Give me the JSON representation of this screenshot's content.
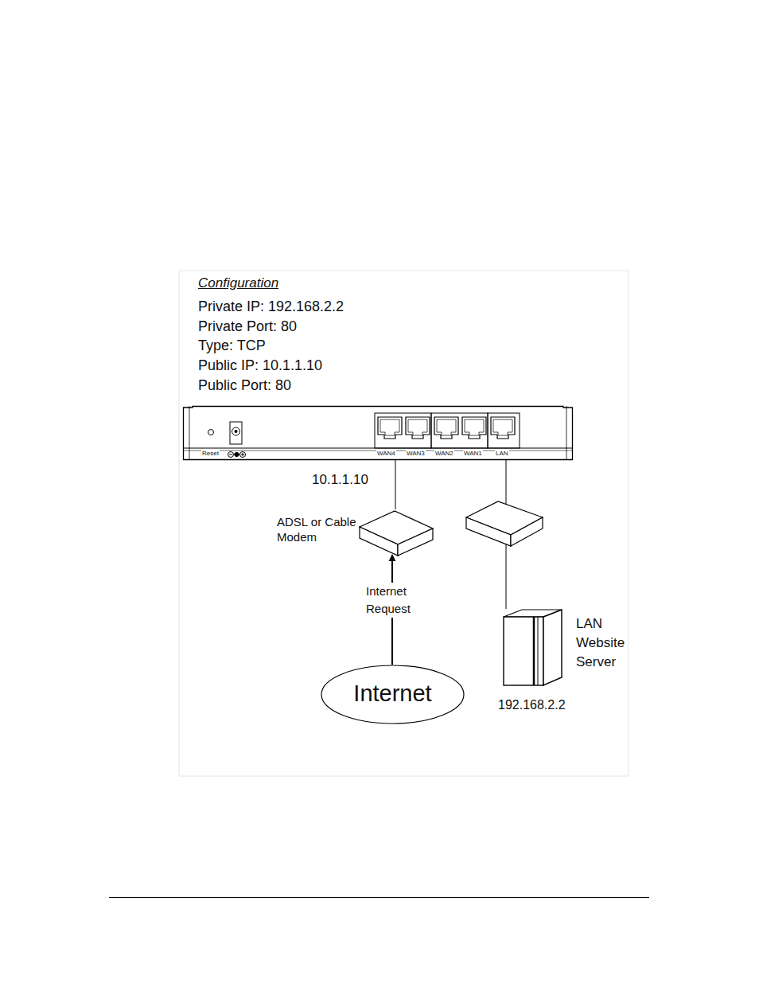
{
  "diagram": {
    "nodes": [
      {
        "text": [
          "Reset",
          "WAN4",
          "WAN3",
          "WAN2",
          "WAN1",
          "LAN"
        ]
      },
      {
        "text": [
          "ADSL or Cable Modem"
        ]
      },
      {
        "text": [
          "LAN Website Server",
          "192.168.2.2"
        ]
      },
      {
        "text": [
          "Internet"
        ]
      }
    ],
    "edges": [
      {
        "from": 0,
        "to": 1,
        "label": "10.1.1.10",
        "arrow": "none"
      },
      {
        "from": 0,
        "to": 2,
        "arrow": "none"
      },
      {
        "from": 3,
        "to": 1,
        "label": "Internet Request",
        "arrow": "to"
      }
    ],
    "labels": [
      "Configuration",
      "Private IP: 192.168.2.2",
      "Private Port: 80",
      "Type: TCP",
      "Public IP: 10.1.1.10",
      "Public Port: 80"
    ]
  }
}
